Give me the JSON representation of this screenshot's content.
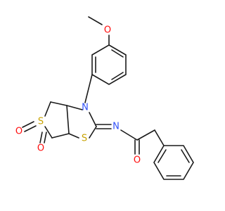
{
  "atoms": {
    "O_methoxy": {
      "label": "O",
      "color": "#ff0d0d"
    },
    "N_ring": {
      "label": "N",
      "color": "#3050f8"
    },
    "N_imine": {
      "label": "N",
      "color": "#3050f8"
    },
    "S_thiazolidine": {
      "label": "S",
      "color": "#c8a200"
    },
    "S_sulfone": {
      "label": "S",
      "color": "#c8a200"
    },
    "O_sulfone_1": {
      "label": "O",
      "color": "#ff0d0d"
    },
    "O_sulfone_2": {
      "label": "O",
      "color": "#ff0d0d"
    },
    "O_carbonyl": {
      "label": "O",
      "color": "#ff0d0d"
    }
  }
}
